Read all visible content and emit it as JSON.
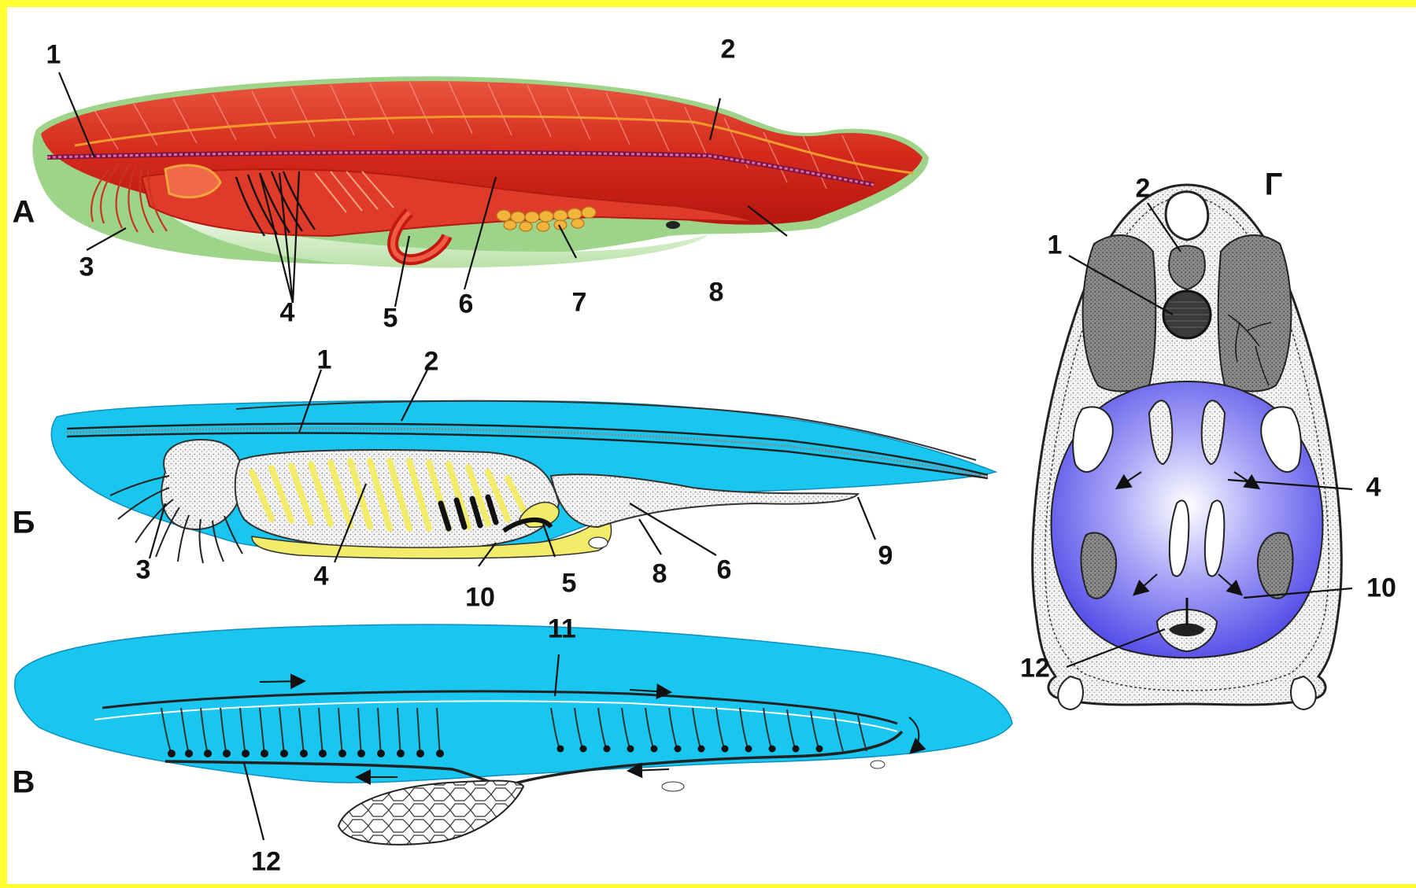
{
  "panels": {
    "A": "А",
    "B": "Б",
    "V": "В",
    "G": "Г"
  },
  "labels_a": [
    "1",
    "2",
    "3",
    "4",
    "5",
    "6",
    "7",
    "8"
  ],
  "labels_b": [
    "1",
    "2",
    "3",
    "4",
    "5",
    "6",
    "8",
    "9",
    "10"
  ],
  "labels_v": [
    "11",
    "12"
  ],
  "labels_g": [
    "1",
    "2",
    "4",
    "10",
    "12"
  ],
  "colors": {
    "border": "#ffff33",
    "background": "#ffffff",
    "muscle_red": "#d8251a",
    "water_blue": "#19c6f0",
    "gill_yellow": "#f2ec6a",
    "cavity_violet": "#5a54ec"
  }
}
